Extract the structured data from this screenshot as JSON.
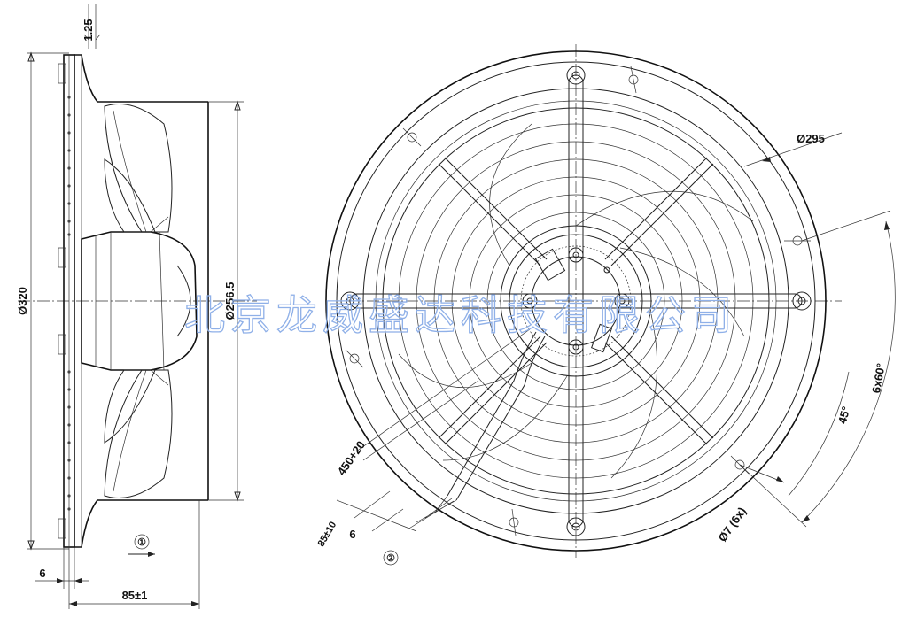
{
  "dimensions": {
    "d1_25": "1.25",
    "d320": "Ø320",
    "d256_5": "Ø256.5",
    "d6_left": "6",
    "d85_1": "85±1",
    "d295": "Ø295",
    "d450": "450+20",
    "d85_10": "85±10",
    "d6_cable": "6",
    "d7": "Ø7 (6x)",
    "angle45": "45°",
    "angle6x60": "6x60°"
  },
  "callouts": {
    "c1": "①",
    "c2": "②"
  },
  "watermark": "北京龙威盛达科技有限公司",
  "colors": {
    "line": "#222222",
    "watermark": "#8fb0e8"
  }
}
